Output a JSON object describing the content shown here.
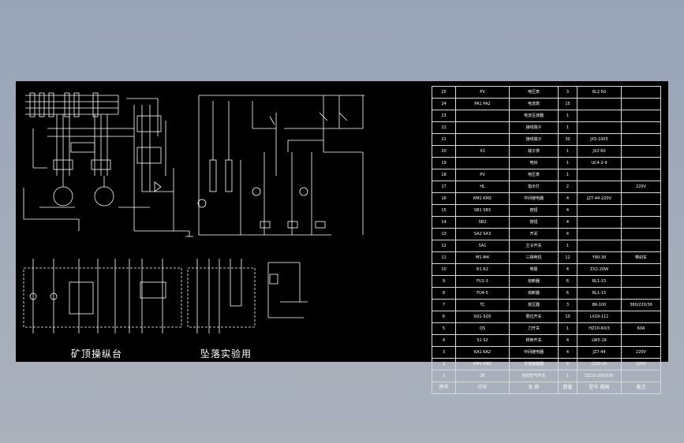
{
  "drawing": {
    "caption_left": "矿顶操纵台",
    "caption_right": "坠落实验用",
    "colors": {
      "background": "#000000",
      "line": "#ffffff",
      "desktop": "#a0aab8"
    }
  },
  "bom": {
    "header": {
      "no": "序号",
      "code": "代号",
      "name": "名 称",
      "qty": "数量",
      "model": "型号 规格",
      "note": "备注"
    },
    "rows": [
      {
        "no": "25",
        "code": "PV",
        "name": "电压表",
        "qty": "3",
        "model": "6L2-50",
        "note": ""
      },
      {
        "no": "24",
        "code": "PA1 PA2",
        "name": "电流表",
        "qty": "15",
        "model": "",
        "note": ""
      },
      {
        "no": "23",
        "code": "",
        "name": "电流互感器",
        "qty": "1",
        "model": "",
        "note": ""
      },
      {
        "no": "22",
        "code": "",
        "name": "接线端子",
        "qty": "1",
        "model": "",
        "note": ""
      },
      {
        "no": "21",
        "code": "",
        "name": "接线端子",
        "qty": "30",
        "model": "JX5-1005",
        "note": ""
      },
      {
        "no": "20",
        "code": "X1",
        "name": "端子排",
        "qty": "1",
        "model": "JX2-60",
        "note": ""
      },
      {
        "no": "19",
        "code": "",
        "name": "电铃",
        "qty": "1",
        "model": "UC4-2-4",
        "note": ""
      },
      {
        "no": "18",
        "code": "PV",
        "name": "电压表",
        "qty": "1",
        "model": "",
        "note": ""
      },
      {
        "no": "17",
        "code": "HL",
        "name": "指示灯",
        "qty": "2",
        "model": "",
        "note": "220V"
      },
      {
        "no": "16",
        "code": "KM1 KM2",
        "name": "中间继电器",
        "qty": "4",
        "model": "JZ7-44-220V",
        "note": ""
      },
      {
        "no": "15",
        "code": "SB1 SB3",
        "name": "按钮",
        "qty": "4",
        "model": "",
        "note": ""
      },
      {
        "no": "14",
        "code": "SB2",
        "name": "按钮",
        "qty": "4",
        "model": "",
        "note": ""
      },
      {
        "no": "13",
        "code": "SA2 SA3",
        "name": "开关",
        "qty": "4",
        "model": "",
        "note": ""
      },
      {
        "no": "12",
        "code": "SA1",
        "name": "主令开关",
        "qty": "1",
        "model": "",
        "note": ""
      },
      {
        "no": "11",
        "code": "M1-M4",
        "name": "三相电机",
        "qty": "12",
        "model": "Y90-30",
        "note": "带刹车"
      },
      {
        "no": "10",
        "code": "R1 R2",
        "name": "电阻",
        "qty": "4",
        "model": "ZX2-20W",
        "note": ""
      },
      {
        "no": "9",
        "code": "FU1-3",
        "name": "熔断器",
        "qty": "6",
        "model": "RL1-15",
        "note": ""
      },
      {
        "no": "8",
        "code": "FU4-5",
        "name": "熔断器",
        "qty": "6",
        "model": "RL1-15",
        "note": ""
      },
      {
        "no": "7",
        "code": "TC",
        "name": "变压器",
        "qty": "3",
        "model": "BK-100",
        "note": "380/220/36"
      },
      {
        "no": "6",
        "code": "SQ1-SQ5",
        "name": "限位开关",
        "qty": "10",
        "model": "LX19-111",
        "note": ""
      },
      {
        "no": "5",
        "code": "QS",
        "name": "刀开关",
        "qty": "1",
        "model": "HZ10-60/3",
        "note": "60A"
      },
      {
        "no": "4",
        "code": "S1 S2",
        "name": "转换开关",
        "qty": "4",
        "model": "LW5-16",
        "note": ""
      },
      {
        "no": "3",
        "code": "KA1 KA2",
        "name": "中间继电器",
        "qty": "4",
        "model": "JZ7-44",
        "note": "220V"
      },
      {
        "no": "2",
        "code": "KM1 KM2",
        "name": "交流接触器",
        "qty": "6",
        "model": "CJ10-20",
        "note": "220V"
      },
      {
        "no": "1",
        "code": "QF",
        "name": "自动空气开关",
        "qty": "1",
        "model": "DZ10-250/330",
        "note": ""
      }
    ]
  }
}
